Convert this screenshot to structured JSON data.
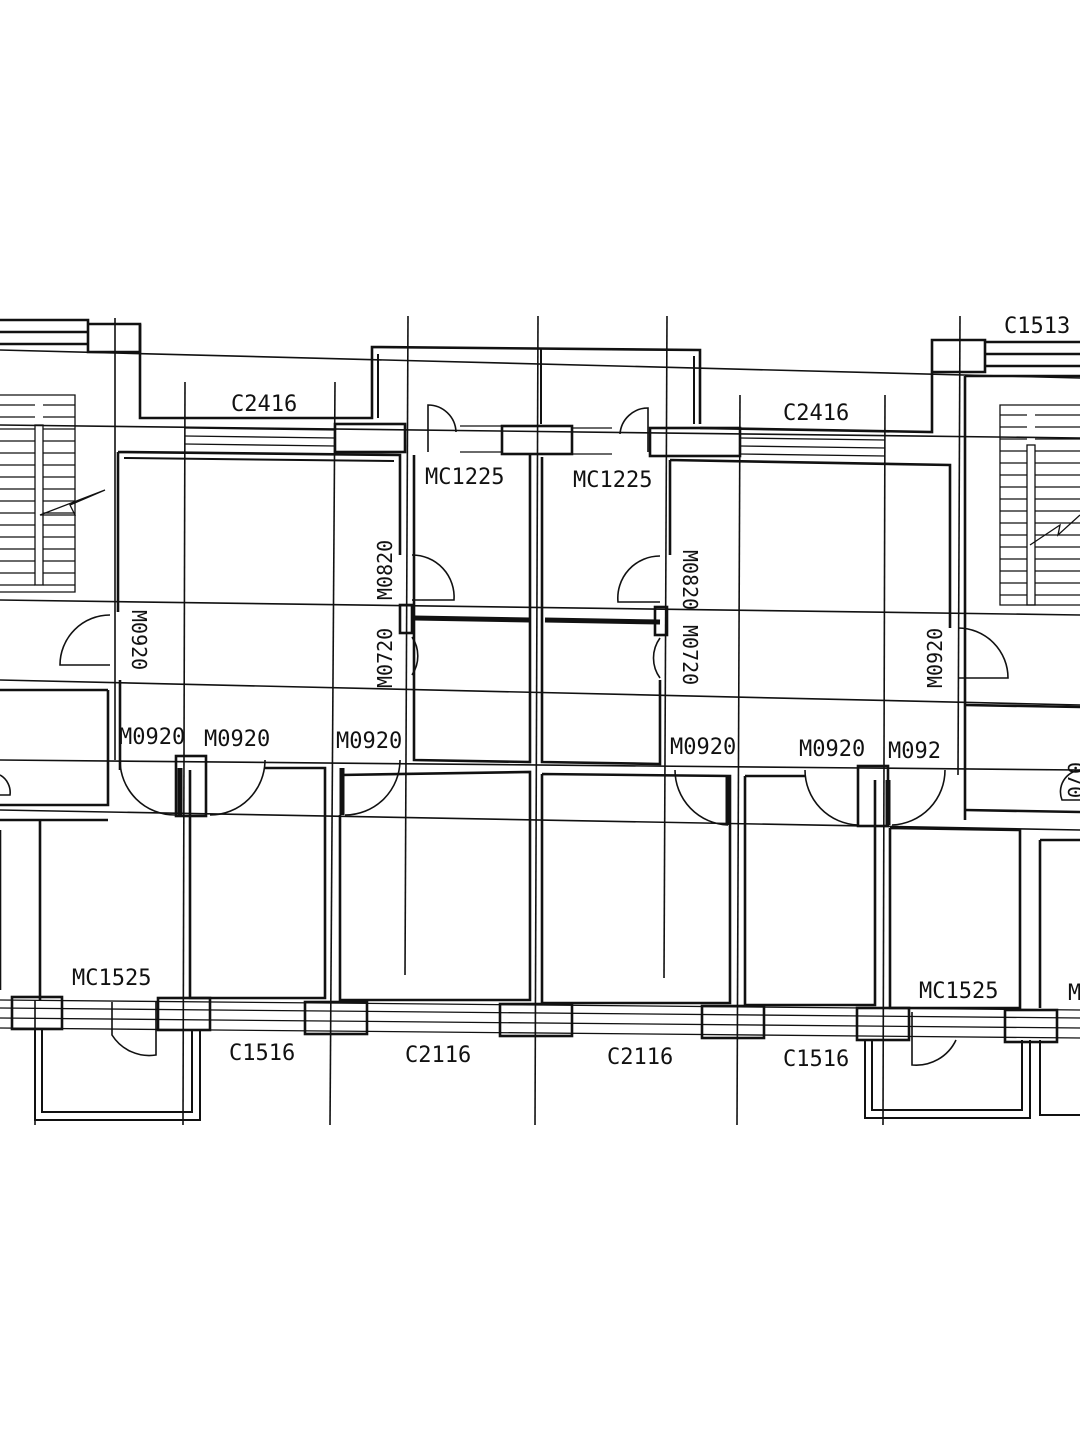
{
  "labels": {
    "c1513": "C1513",
    "c2416": "C2416",
    "mc1225": "MC1225",
    "m0820": "M0820",
    "m0720": "M0720",
    "m0920": "M0920",
    "mc1525": "MC1525",
    "c1516": "C1516",
    "c2116": "C2116",
    "partial_c2416": "C2416",
    "partial_m0920": "M092",
    "partial_edge": "070",
    "partial_m": "M"
  }
}
